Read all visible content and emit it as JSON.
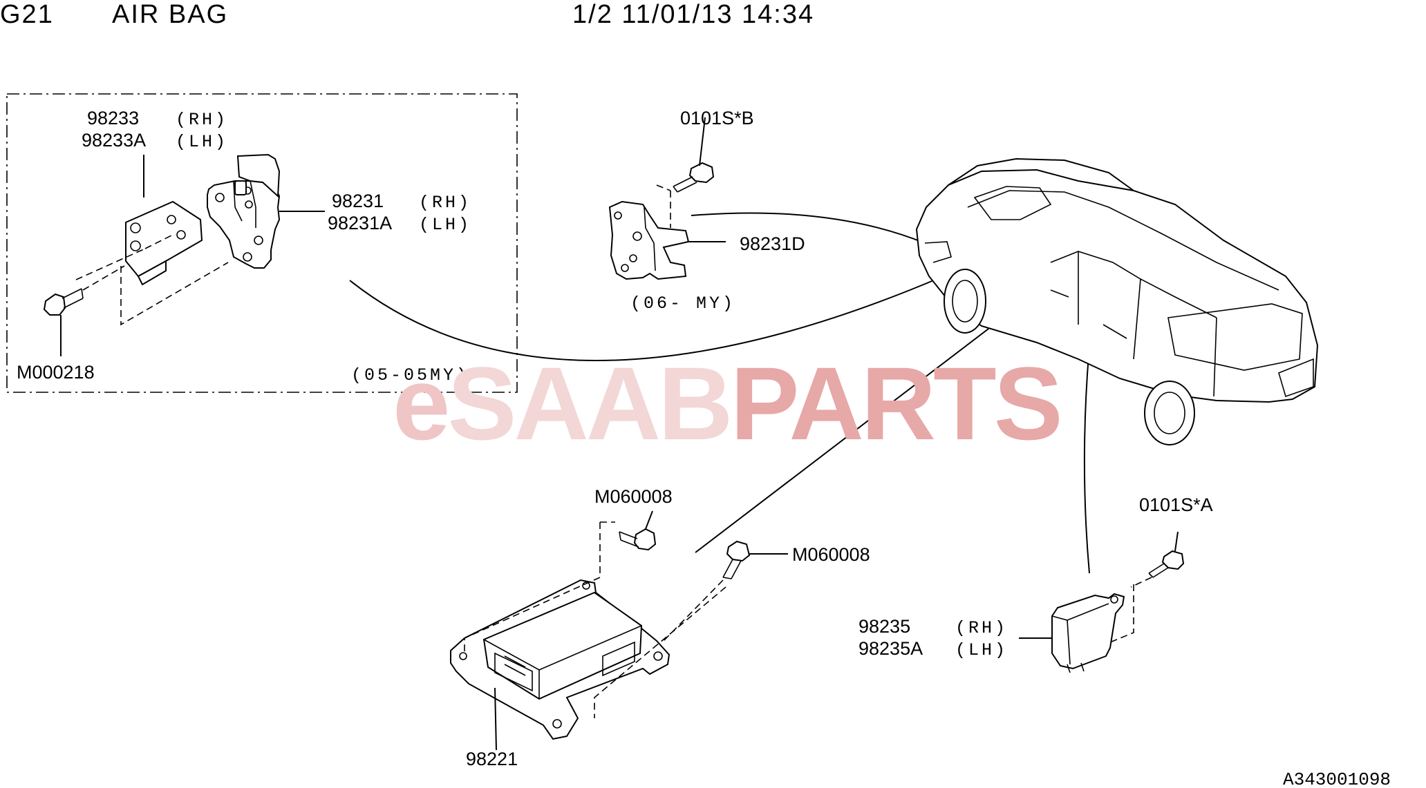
{
  "header": {
    "code": "G21",
    "title": "AIR BAG",
    "page_date": "1/2 11/01/13 14:34"
  },
  "watermark": {
    "e": "e",
    "saab": "SAAB",
    "parts": "PARTS",
    "colors": {
      "e": "#efc5c5",
      "saab": "#f3d6d6",
      "parts": "#e7a8a8"
    }
  },
  "inset": {
    "period": "(05-05MY)"
  },
  "parts": {
    "sensor_bracket_rh": "98233",
    "sensor_bracket_lh": "98233A",
    "bracket_rh": "98231",
    "bracket_lh": "98231A",
    "bolt_inset": "M000218",
    "bolt_top": "0101S*B",
    "bracket_d": "98231D",
    "bracket_d_period": "(06-   MY)",
    "control_unit": "98221",
    "screw_left": "M060008",
    "screw_right": "M060008",
    "bolt_side": "0101S*A",
    "side_sensor_rh": "98235",
    "side_sensor_lh": "98235A",
    "rh": "(RH)",
    "lh": "(LH)"
  },
  "footer": {
    "diagram_id": "A343001098"
  }
}
